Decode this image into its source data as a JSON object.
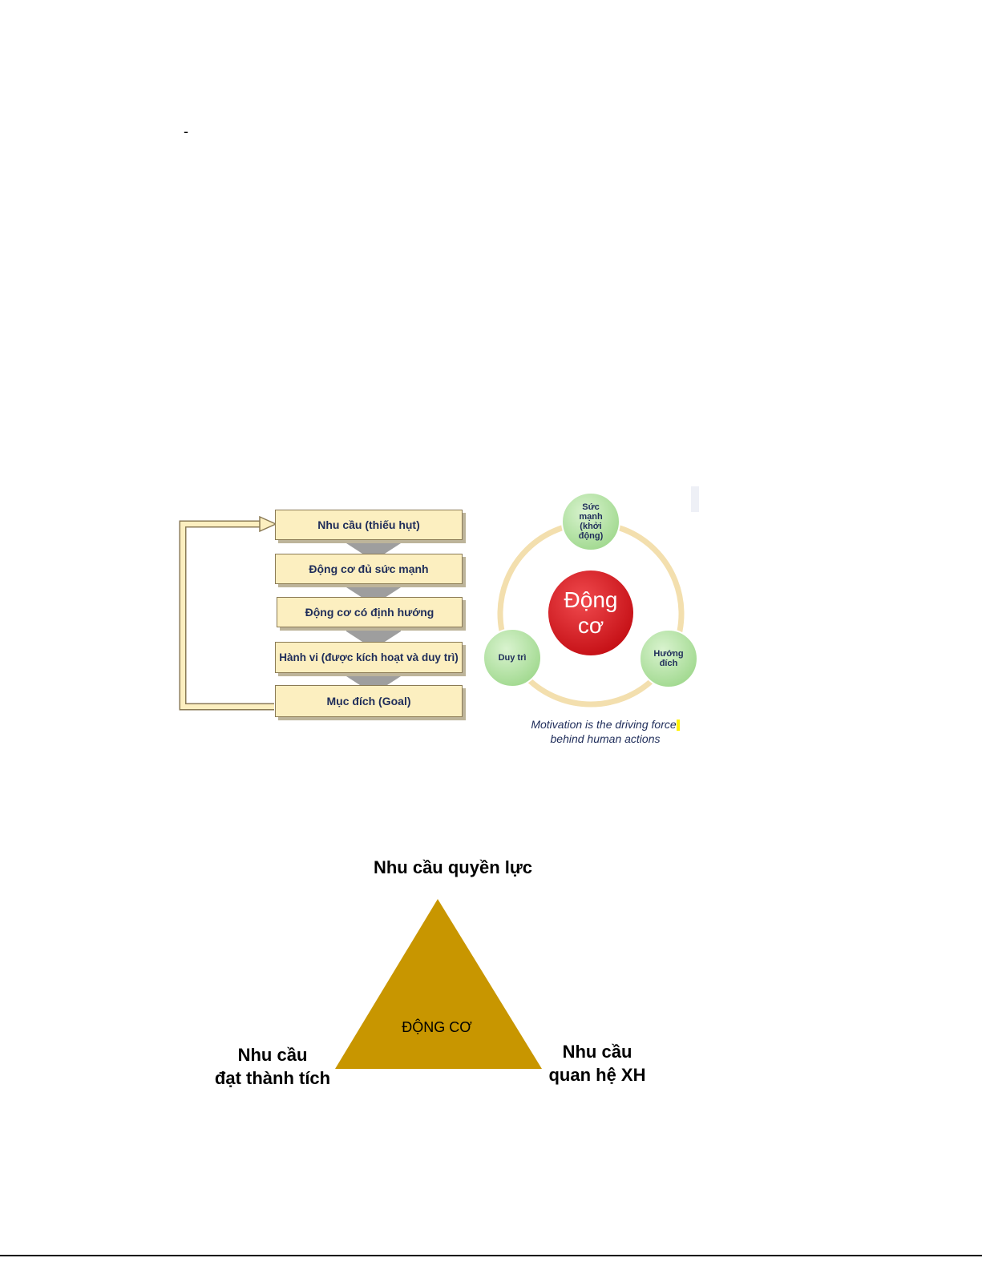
{
  "page": {
    "dash": "-"
  },
  "flow": {
    "steps": [
      "Nhu cầu (thiếu hụt)",
      "Động cơ đủ sức mạnh",
      "Động cơ có định hướng",
      "Hành vi (được kích hoạt và duy trì)",
      "Mục đích (Goal)"
    ],
    "box_color": "#fcefc0"
  },
  "cycle": {
    "center": [
      "Động",
      "cơ"
    ],
    "nodes": {
      "top": [
        "Sức",
        "mạnh",
        "(khởi",
        "động)"
      ],
      "left": [
        "Duy trì"
      ],
      "right": [
        "Hướng",
        "đích"
      ]
    },
    "caption_lines": [
      "Motivation is the driving force",
      "behind human actions"
    ],
    "colors": {
      "core": "#d9141b",
      "node": "#b5e3a8",
      "ring": "#f3dfae"
    }
  },
  "triangle": {
    "top_label": "Nhu cầu quyền lực",
    "left_label": [
      "Nhu cầu",
      "đạt thành tích"
    ],
    "right_label": [
      "Nhu cầu",
      "quan hệ XH"
    ],
    "center_label": "ĐỘNG CƠ",
    "fill_color": "#c89600"
  }
}
